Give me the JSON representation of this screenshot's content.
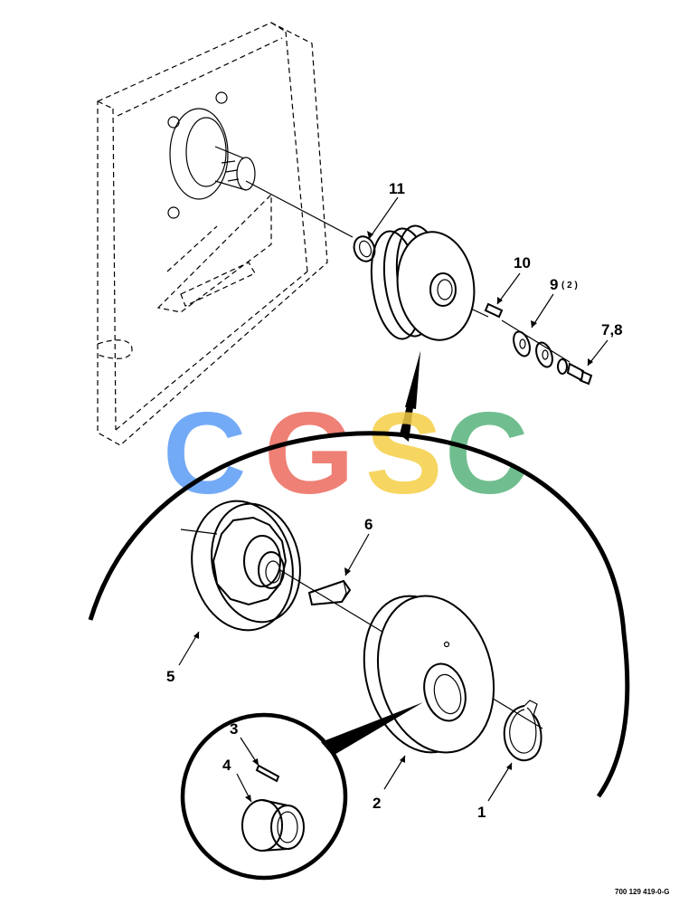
{
  "callouts": {
    "c1": "1",
    "c2": "2",
    "c3": "3",
    "c4": "4",
    "c5": "5",
    "c6": "6",
    "c78": "7,8",
    "c9": "9",
    "c9qty": "( 2 )",
    "c10": "10",
    "c11": "11"
  },
  "drawing_number": "700 129 419-0-G",
  "watermark": {
    "letters": [
      "C",
      "G",
      "S",
      "C"
    ],
    "colors": [
      "#5b9cf5",
      "#ec6a5e",
      "#f5cf46",
      "#58b37c"
    ]
  }
}
